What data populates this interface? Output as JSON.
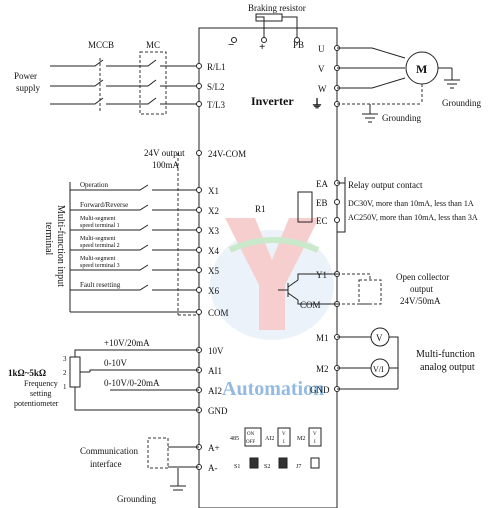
{
  "top": {
    "braking_resistor": "Braking resistor",
    "minus": "−",
    "plus": "+",
    "pb": "PB"
  },
  "left_top": {
    "mccb": "MCCB",
    "mc": "MC",
    "power_supply": [
      "Power",
      "supply"
    ]
  },
  "inverter": {
    "title": "Inverter",
    "inputs": [
      "R/L1",
      "S/L2",
      "T/L3"
    ],
    "outputs": [
      "U",
      "V",
      "W"
    ],
    "ground_symbol": "⏚",
    "motor": "M",
    "grounding_right": "Grounding",
    "grounding_mid": "Grounding",
    "output_24v": [
      "24V output",
      "100mA"
    ],
    "com24": "24V-COM"
  },
  "multi_input": {
    "side_label": [
      "Multi-function input",
      "terminal"
    ],
    "items": [
      {
        "label": [
          "Operation"
        ],
        "terminal": "X1"
      },
      {
        "label": [
          "Forward/Reverse"
        ],
        "terminal": "X2"
      },
      {
        "label": [
          "Multi-segment",
          "speed terminal 1"
        ],
        "terminal": "X3"
      },
      {
        "label": [
          "Multi-segment",
          "speed terminal 2"
        ],
        "terminal": "X4"
      },
      {
        "label": [
          "Multi-segment",
          "speed terminal 3"
        ],
        "terminal": "X5"
      },
      {
        "label": [
          "Fault resetting"
        ],
        "terminal": "X6"
      }
    ],
    "com": "COM"
  },
  "relay": {
    "terminals": [
      "EA",
      "EB",
      "EC"
    ],
    "r1": "R1",
    "title": "Relay output contact",
    "spec1": "DC30V, more than 10mA, less than 1A",
    "spec2": "AC250V, more than 10mA, less than 3A"
  },
  "open_collector": {
    "terminals": [
      "Y1",
      "COM"
    ],
    "label": [
      "Open collector",
      "output",
      "24V/50mA"
    ]
  },
  "analog_out": {
    "terminals": [
      "M1",
      "M2",
      "GND"
    ],
    "meter1": "V",
    "meter2": "V/I",
    "label": [
      "Multi-function",
      "analog output"
    ]
  },
  "analog_in": {
    "terminals": [
      "10V",
      "AI1",
      "AI2",
      "GND"
    ],
    "wire_labels": [
      "+10V/20mA",
      "0-10V",
      "0-10V/0-20mA"
    ],
    "pot_value": "1kΩ~5kΩ",
    "pot_desc": [
      "Frequency",
      "setting",
      "potentiometer"
    ],
    "pot_pins": [
      "3",
      "2",
      "1"
    ]
  },
  "comm": {
    "terminals": [
      "A+",
      "A-"
    ],
    "label": [
      "Communication",
      "interface"
    ],
    "grounding": "Grounding"
  },
  "switches": {
    "s485": "485",
    "ai2": "AI2",
    "m2": "M2",
    "onoff": [
      "ON",
      "OFF"
    ],
    "vi": [
      "V",
      "I"
    ],
    "names": [
      "S1",
      "S2",
      "J7"
    ]
  },
  "watermark": "Automation"
}
